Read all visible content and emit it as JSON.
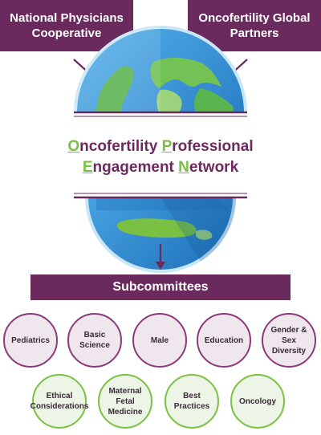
{
  "top_boxes": {
    "left": "National Physicians Cooperative",
    "right": "Oncofertility Global Partners"
  },
  "title": {
    "line1": [
      {
        "hl": "O",
        "rest": "ncofertility "
      },
      {
        "hl": "P",
        "rest": "rofessional"
      }
    ],
    "line2": [
      {
        "hl": "E",
        "rest": "ngagement "
      },
      {
        "hl": "N",
        "rest": "etwork"
      }
    ]
  },
  "subcommittees_label": "Subcommittees",
  "subcommittees_row1": [
    "Pediatrics",
    "Basic Science",
    "Male",
    "Education",
    "Gender & Sex Diversity"
  ],
  "subcommittees_row2": [
    "Ethical Considerations",
    "Maternal Fetal Medicine",
    "Best Practices",
    "Oncology"
  ],
  "colors": {
    "purple": "#6b2a5e",
    "green": "#7ac143",
    "ocean": "#2a8fd6",
    "land": "#6dbb58"
  }
}
